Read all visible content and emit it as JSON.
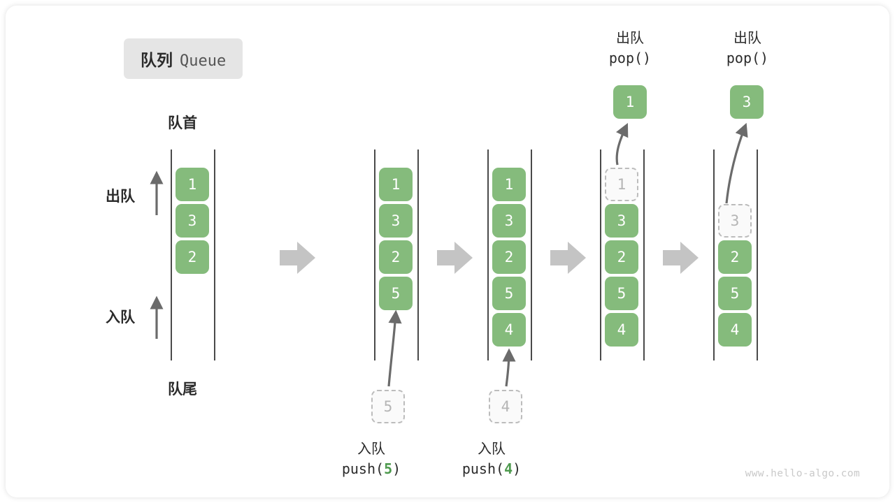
{
  "title": {
    "cn": "队列",
    "en": "Queue"
  },
  "labels": {
    "head": "队首",
    "tail": "队尾",
    "dequeue": "出队",
    "enqueue": "入队"
  },
  "watermark": "www.hello-algo.com",
  "colors": {
    "item_fill": "#85bb7c",
    "item_text": "#ffffff",
    "ghost_border": "#bcbcbc",
    "ghost_text": "#b5b5b5",
    "rail": "#4a4a4a",
    "arrow": "#6b6b6b",
    "step_arrow": "#c4c4c4",
    "badge_bg": "#e5e5e5",
    "accent_number": "#4e9a4e"
  },
  "columns": [
    {
      "name": "initial-queue",
      "items": [
        {
          "value": "1",
          "ghost": false
        },
        {
          "value": "3",
          "ghost": false
        },
        {
          "value": "2",
          "ghost": false
        }
      ],
      "side_labels": [
        "出队",
        "入队"
      ],
      "head_label": "队首",
      "tail_label": "队尾"
    },
    {
      "name": "after-push-5",
      "items": [
        {
          "value": "1",
          "ghost": false
        },
        {
          "value": "3",
          "ghost": false
        },
        {
          "value": "2",
          "ghost": false
        },
        {
          "value": "5",
          "ghost": false
        }
      ],
      "incoming": {
        "value": "5",
        "ghost": true
      },
      "operation": {
        "cn": "入队",
        "code_prefix": "push(",
        "code_num": "5",
        "code_suffix": ")"
      }
    },
    {
      "name": "after-push-4",
      "items": [
        {
          "value": "1",
          "ghost": false
        },
        {
          "value": "3",
          "ghost": false
        },
        {
          "value": "2",
          "ghost": false
        },
        {
          "value": "5",
          "ghost": false
        },
        {
          "value": "4",
          "ghost": false
        }
      ],
      "incoming": {
        "value": "4",
        "ghost": true
      },
      "operation": {
        "cn": "入队",
        "code_prefix": "push(",
        "code_num": "4",
        "code_suffix": ")"
      }
    },
    {
      "name": "after-pop-1",
      "items": [
        {
          "value": "1",
          "ghost": true
        },
        {
          "value": "3",
          "ghost": false
        },
        {
          "value": "2",
          "ghost": false
        },
        {
          "value": "5",
          "ghost": false
        },
        {
          "value": "4",
          "ghost": false
        }
      ],
      "popped": {
        "value": "1"
      },
      "operation": {
        "cn": "出队",
        "code": "pop()"
      }
    },
    {
      "name": "after-pop-3",
      "items": [
        {
          "value": "3",
          "ghost": true
        },
        {
          "value": "2",
          "ghost": false
        },
        {
          "value": "5",
          "ghost": false
        },
        {
          "value": "4",
          "ghost": false
        }
      ],
      "popped": {
        "value": "3"
      },
      "operation": {
        "cn": "出队",
        "code": "pop()"
      }
    }
  ]
}
